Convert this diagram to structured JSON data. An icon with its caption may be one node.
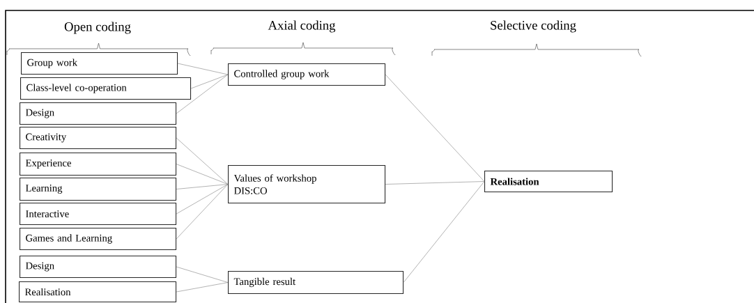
{
  "diagram": {
    "nodes": [
      {
        "text": [
          "Group work"
        ]
      },
      {
        "text": [
          "Class-level co-operation"
        ]
      },
      {
        "text": [
          "Design"
        ]
      },
      {
        "text": [
          "Creativity"
        ]
      },
      {
        "text": [
          "Experience"
        ]
      },
      {
        "text": [
          "Learning"
        ]
      },
      {
        "text": [
          "Interactive"
        ]
      },
      {
        "text": [
          "Games and Learning"
        ]
      },
      {
        "text": [
          "Design"
        ]
      },
      {
        "text": [
          "Realisation"
        ]
      },
      {
        "text": [
          "Controlled group work"
        ]
      },
      {
        "text": [
          "Values of workshop DIS:CO"
        ]
      },
      {
        "text": [
          "Tangible result"
        ]
      },
      {
        "text": [
          "Realisation"
        ]
      }
    ],
    "edges": [
      {
        "from": 0,
        "to": 10,
        "arrow": "none"
      },
      {
        "from": 1,
        "to": 10,
        "arrow": "none"
      },
      {
        "from": 2,
        "to": 10,
        "arrow": "none"
      },
      {
        "from": 3,
        "to": 11,
        "arrow": "none"
      },
      {
        "from": 4,
        "to": 11,
        "arrow": "none"
      },
      {
        "from": 5,
        "to": 11,
        "arrow": "none"
      },
      {
        "from": 6,
        "to": 11,
        "arrow": "none"
      },
      {
        "from": 7,
        "to": 11,
        "arrow": "none"
      },
      {
        "from": 8,
        "to": 12,
        "arrow": "none"
      },
      {
        "from": 9,
        "to": 12,
        "arrow": "none"
      },
      {
        "from": 10,
        "to": 13,
        "arrow": "none"
      },
      {
        "from": 11,
        "to": 13,
        "arrow": "none"
      },
      {
        "from": 12,
        "to": 13,
        "arrow": "none"
      }
    ],
    "labels": [
      "Open coding",
      "Axial coding",
      "Selective coding"
    ]
  }
}
